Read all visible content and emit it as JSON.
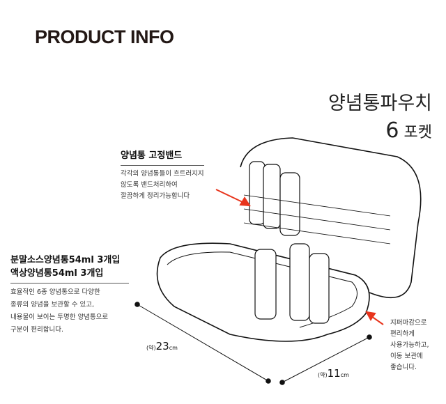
{
  "heading": "PRODUCT INFO",
  "product": {
    "title": "양념통파우치",
    "pocket_count": "6",
    "pocket_unit": "포켓"
  },
  "band": {
    "label": "양념통 고정밴드",
    "desc": [
      "각각의 양념통들이 흐트러지지",
      "않도록 밴드처리하여",
      "깔끔하게 정리가능합니다"
    ]
  },
  "containers": {
    "label": [
      "분말소스양념통54ml 3개입",
      "액상양념통54ml 3개입"
    ],
    "desc": [
      "효율적인 6종 양념통으로 다양한",
      "종류의 양념을 보관할 수 있고,",
      "내용물이 보이는 투명한 양념통으로",
      "구분이 편리합니다."
    ]
  },
  "zipper": {
    "desc": [
      "지퍼마감으로",
      "편리하게",
      "사용가능하고,",
      "이동 보관에",
      "좋습니다."
    ]
  },
  "dims": {
    "approx": "(약)",
    "width": "23",
    "height": "11",
    "unit": "cm"
  },
  "colors": {
    "arrow": "#e8341c"
  }
}
